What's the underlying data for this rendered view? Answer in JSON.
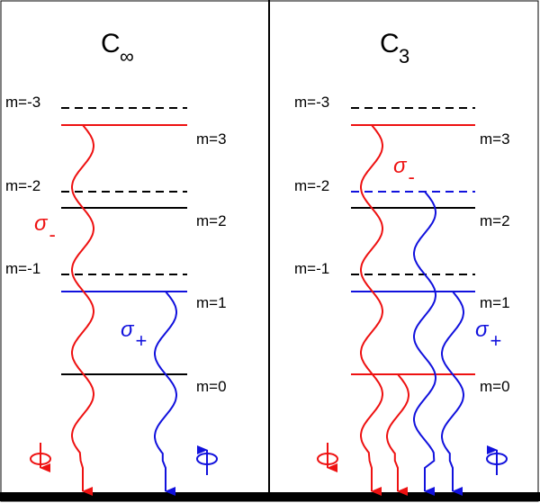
{
  "colors": {
    "red": "#ee1111",
    "blue": "#1111dd",
    "black": "#000000"
  },
  "panels": [
    {
      "title": "C",
      "subscript": "∞",
      "levels": {
        "m_neg3": "m=-3",
        "m_pos3": "m=3",
        "m_neg2": "m=-2",
        "m_pos2": "m=2",
        "m_neg1": "m=-1",
        "m_pos1": "m=1",
        "m_0": "m=0"
      },
      "sigma_minus": {
        "symbol": "σ",
        "sub": "-"
      },
      "sigma_plus": {
        "symbol": "σ",
        "sub": "+"
      }
    },
    {
      "title": "C",
      "subscript": "3",
      "levels": {
        "m_neg3": "m=-3",
        "m_pos3": "m=3",
        "m_neg2": "m=-2",
        "m_pos2": "m=2",
        "m_neg1": "m=-1",
        "m_pos1": "m=1",
        "m_0": "m=0"
      },
      "sigma_minus": {
        "symbol": "σ",
        "sub": "-"
      },
      "sigma_plus": {
        "symbol": "σ",
        "sub": "+"
      }
    }
  ],
  "icons": [
    "polarization-down-icon",
    "polarization-up-icon"
  ]
}
